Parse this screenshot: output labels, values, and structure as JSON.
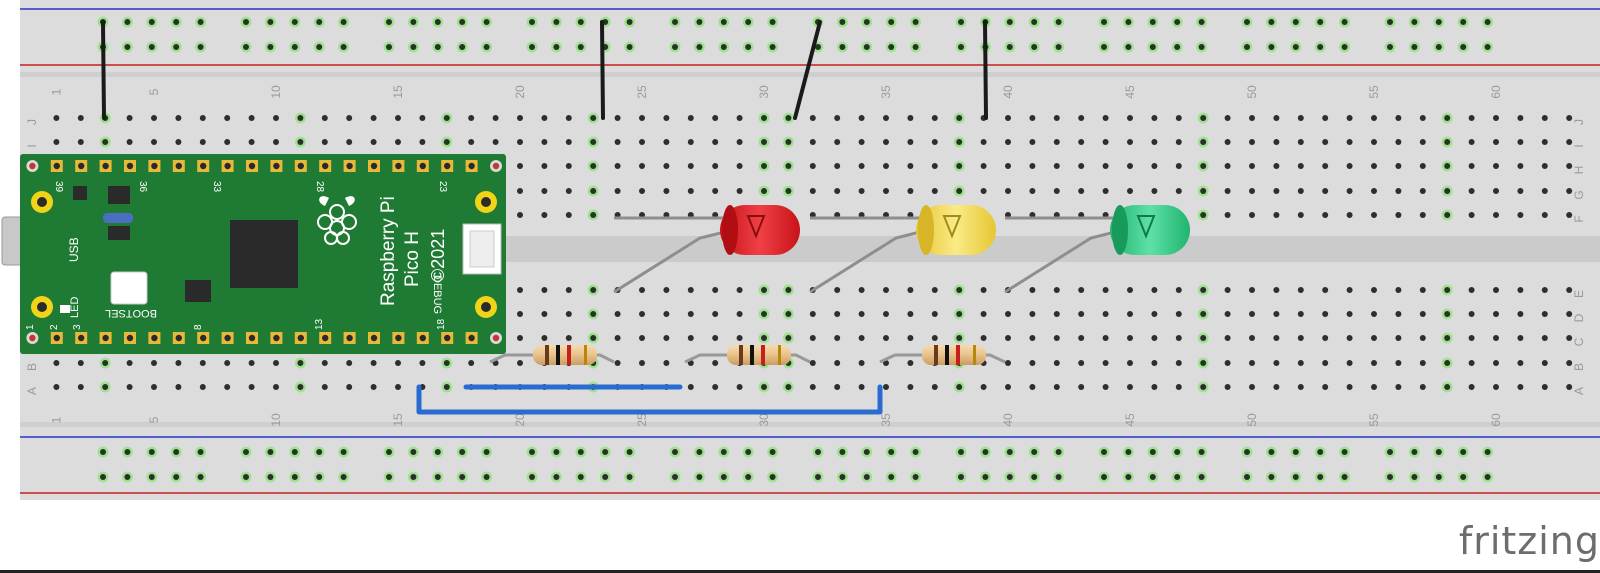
{
  "breadboard": {
    "row_letters_top": [
      "J",
      "I",
      "H",
      "G",
      "F"
    ],
    "row_letters_bottom": [
      "E",
      "D",
      "C",
      "B",
      "A"
    ],
    "column_numbers": [
      "1",
      "5",
      "10",
      "15",
      "20",
      "25",
      "30",
      "35",
      "40",
      "45",
      "50",
      "55",
      "60"
    ],
    "colors": {
      "board": "#dcdcdc",
      "hole": "#2e2e2e",
      "connected": "#9be38c",
      "rail_blue": "#2336c8",
      "rail_red": "#c81e1e"
    }
  },
  "pico": {
    "brand": "Raspberry Pi",
    "model": "Pico H",
    "year": "©2021",
    "usb_label": "USB",
    "led_label": "LED",
    "bootsel_label": "BOOTSEL",
    "debug_label": "DEBUG",
    "pin_numbers_top": [
      "39",
      "36",
      "33",
      "28",
      "23"
    ],
    "pin_numbers_bottom": [
      "1",
      "2",
      "3",
      "8",
      "13",
      "18"
    ],
    "color": "#1f7a33"
  },
  "leds": [
    {
      "name": "red",
      "color": "#e6262b"
    },
    {
      "name": "yellow",
      "color": "#f2dc54"
    },
    {
      "name": "green",
      "color": "#32cc8a"
    }
  ],
  "branding": {
    "logo": "fritzing"
  }
}
